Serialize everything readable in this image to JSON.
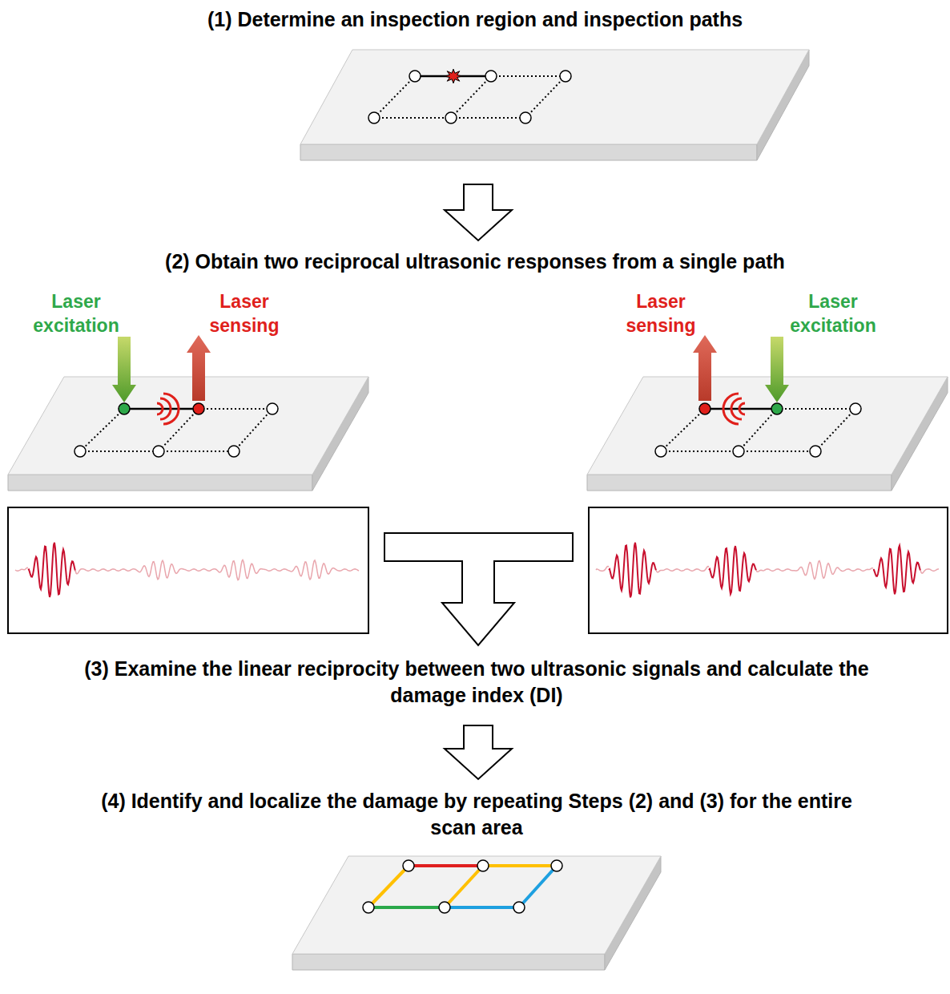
{
  "diagram": {
    "labels": [
      "(1) Determine an inspection region and inspection paths",
      "(2) Obtain two reciprocal ultrasonic responses from a single path",
      "Laser excitation",
      "Laser sensing",
      "Laser sensing",
      "Laser excitation",
      "(3) Examine the linear reciprocity between two ultrasonic signals and calculate the damage index (DI)",
      "(4) Identify and localize the damage by repeating Steps (2) and (3) for the entire scan area"
    ]
  }
}
